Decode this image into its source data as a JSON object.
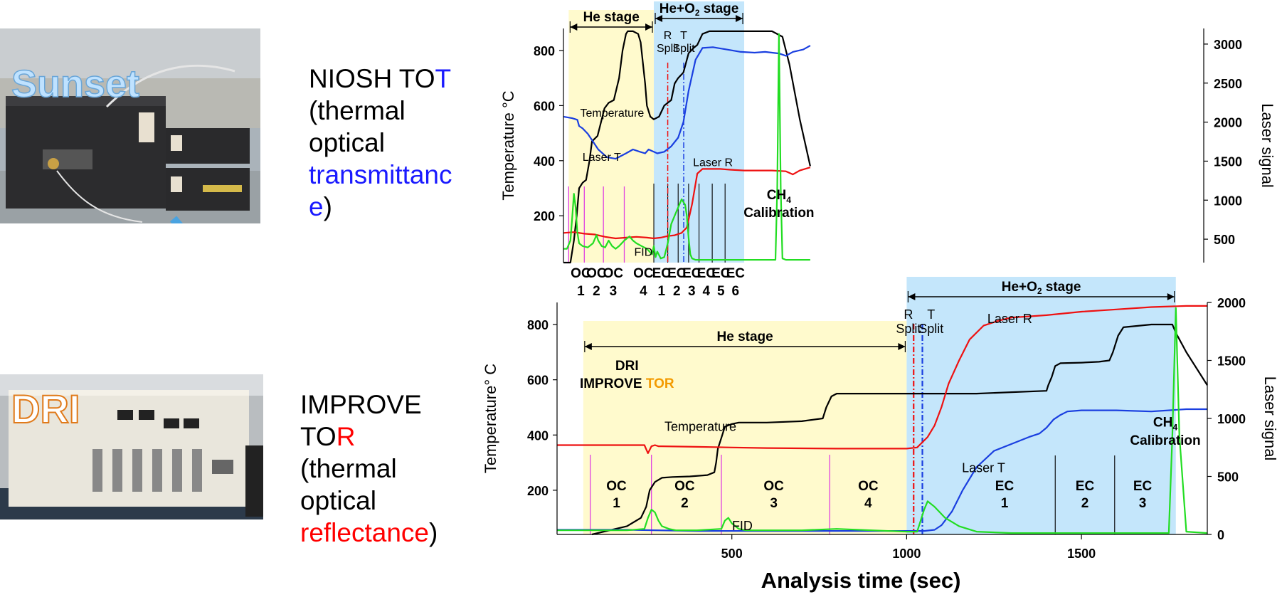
{
  "instruments": [
    {
      "label": "Sunset"
    },
    {
      "label": "DRI"
    }
  ],
  "methods": [
    {
      "l1a": "NIOSH TO",
      "l1b": "T",
      "l2": "(thermal",
      "l3": "optical",
      "l4": "transmittanc",
      "l5a": "e",
      "l5b": ")"
    },
    {
      "l1": "IMPROVE",
      "l2a": "TO",
      "l2b": "R",
      "l3": "(thermal",
      "l4": "optical",
      "l5a": "reflectance",
      "l5b": ")"
    }
  ],
  "colors": {
    "temperature": "#000000",
    "laser_t": "#1a3fe0",
    "laser_r": "#ee1111",
    "fid": "#22dd22",
    "he_stage": "#fffacd",
    "he_o2_stage": "#c4e6fb",
    "marker": "#e040e0"
  },
  "chart_data": [
    {
      "type": "line",
      "xlim": [
        0,
        1050
      ],
      "ylim": [
        30,
        880
      ],
      "y2lim": [
        200,
        3200
      ],
      "ylabel": "Temperature °C",
      "y2label": "Laser signal",
      "yticks": [
        200,
        400,
        600,
        800
      ],
      "y2ticks": [
        500,
        1000,
        1500,
        2000,
        2500,
        3000
      ],
      "stages": [
        {
          "label": "He stage",
          "x": [
            15,
            260
          ]
        },
        {
          "label": "He+O",
          "sub": "2",
          "tail": " stage",
          "x": [
            260,
            520
          ]
        }
      ],
      "split_labels": [
        {
          "l1": "R",
          "l2": "Split",
          "x": 300
        },
        {
          "l1": "T",
          "l2": "Split",
          "x": 346
        }
      ],
      "split_lines": [
        {
          "x": 300,
          "color": "#ee1111"
        },
        {
          "x": 346,
          "color": "#1a3fe0"
        }
      ],
      "annotations": [
        {
          "text": "Temperature",
          "x": 140,
          "y": 560
        },
        {
          "text": "Laser T",
          "x": 110,
          "y": 400
        },
        {
          "text": "Laser R",
          "x": 430,
          "y": 380
        },
        {
          "text": "FID",
          "x": 230,
          "y": 55
        }
      ],
      "calibration": {
        "l1": "CH",
        "sub": "4",
        "l2": "Calibration",
        "x": 620,
        "y1": 260,
        "y2": 195
      },
      "oc_markers": [
        15,
        60,
        115,
        175
      ],
      "ec_markers": [
        260,
        300,
        330,
        360,
        390,
        428,
        465
      ],
      "fractions": [
        {
          "l1": "OC",
          "l2": "1",
          "x": 50
        },
        {
          "l1": "OC",
          "l2": "2",
          "x": 95
        },
        {
          "l1": "OC",
          "l2": "3",
          "x": 143
        },
        {
          "l1": "OC",
          "l2": "4",
          "x": 230
        },
        {
          "l1": "EC",
          "l2": "1",
          "x": 282
        },
        {
          "l1": "EC",
          "l2": "2",
          "x": 326
        },
        {
          "l1": "EC",
          "l2": "3",
          "x": 369
        },
        {
          "l1": "EC",
          "l2": "4",
          "x": 411
        },
        {
          "l1": "EC",
          "l2": "5",
          "x": 453
        },
        {
          "l1": "EC",
          "l2": "6",
          "x": 495
        }
      ],
      "series": [
        {
          "key": "temperature",
          "axis": "y",
          "x": [
            0,
            20,
            30,
            38,
            45,
            55,
            65,
            75,
            82,
            90,
            98,
            108,
            118,
            130,
            145,
            160,
            170,
            180,
            185,
            200,
            215,
            222,
            235,
            240,
            250,
            260,
            275,
            290,
            300,
            310,
            320,
            330,
            345,
            360,
            375,
            385,
            400,
            420,
            450,
            480,
            520,
            560,
            600,
            630,
            650,
            680,
            710
          ],
          "y": [
            30,
            30,
            110,
            200,
            300,
            320,
            330,
            400,
            470,
            480,
            490,
            540,
            590,
            610,
            620,
            700,
            800,
            860,
            870,
            870,
            860,
            830,
            680,
            600,
            560,
            550,
            560,
            600,
            610,
            620,
            680,
            700,
            720,
            790,
            810,
            820,
            860,
            870,
            870,
            870,
            870,
            870,
            870,
            850,
            750,
            550,
            380
          ]
        },
        {
          "key": "laser_t",
          "axis": "y2",
          "x": [
            0,
            25,
            40,
            45,
            55,
            70,
            100,
            125,
            150,
            180,
            200,
            220,
            235,
            245,
            255,
            260,
            270,
            290,
            310,
            330,
            345,
            360,
            380,
            400,
            430,
            470,
            510,
            550,
            580,
            620,
            640,
            660,
            690,
            710
          ],
          "y": [
            2070,
            2050,
            2030,
            1950,
            1920,
            1850,
            1650,
            1550,
            1530,
            1600,
            1650,
            1620,
            1600,
            1650,
            1630,
            1620,
            1600,
            1620,
            1690,
            1800,
            2000,
            2400,
            2800,
            2950,
            2960,
            2930,
            2900,
            2890,
            2900,
            2880,
            2850,
            2900,
            2930,
            2980
          ]
        },
        {
          "key": "laser_r",
          "axis": "y2",
          "x": [
            0,
            30,
            60,
            90,
            120,
            150,
            180,
            210,
            240,
            260,
            280,
            300,
            320,
            340,
            355,
            370,
            385,
            400,
            420,
            450,
            480,
            520,
            560,
            600,
            640,
            660,
            680,
            710
          ],
          "y": [
            580,
            590,
            570,
            560,
            530,
            510,
            520,
            530,
            520,
            510,
            520,
            540,
            550,
            580,
            650,
            950,
            1340,
            1400,
            1400,
            1400,
            1390,
            1380,
            1380,
            1380,
            1370,
            1330,
            1380,
            1420
          ]
        },
        {
          "key": "fid",
          "axis": "y",
          "x": [
            0,
            10,
            20,
            25,
            30,
            35,
            40,
            45,
            55,
            70,
            85,
            95,
            100,
            110,
            120,
            130,
            140,
            150,
            160,
            175,
            190,
            200,
            210,
            225,
            240,
            255,
            260,
            265,
            270,
            280,
            290,
            300,
            310,
            320,
            330,
            340,
            350,
            355,
            360,
            365,
            370,
            380,
            400,
            450,
            500,
            550,
            600,
            610,
            615,
            620,
            625,
            630,
            640,
            650,
            670,
            710
          ],
          "y": [
            80,
            80,
            110,
            190,
            280,
            230,
            140,
            100,
            90,
            85,
            100,
            130,
            110,
            90,
            85,
            110,
            90,
            80,
            90,
            110,
            125,
            110,
            100,
            90,
            80,
            60,
            90,
            50,
            70,
            45,
            50,
            100,
            170,
            200,
            230,
            260,
            240,
            200,
            120,
            60,
            45,
            40,
            40,
            40,
            40,
            40,
            40,
            40,
            300,
            860,
            300,
            45,
            40,
            40,
            40,
            40
          ]
        }
      ]
    },
    {
      "type": "line",
      "xlabel": "Analysis time (sec)",
      "ylabel": "Temperature° C",
      "y2label": "Laser signal",
      "xlim": [
        0,
        1860
      ],
      "ylim": [
        40,
        880
      ],
      "y2lim": [
        0,
        2000
      ],
      "xticks": [
        500,
        1000,
        1500
      ],
      "yticks": [
        200,
        400,
        600,
        800
      ],
      "y2ticks": [
        0,
        500,
        1000,
        1500,
        2000
      ],
      "stages": [
        {
          "label": "He stage",
          "x": [
            75,
            1000
          ]
        },
        {
          "label": "He+O",
          "sub": "2",
          "tail": " stage",
          "x": [
            1000,
            1770
          ]
        }
      ],
      "split_labels": [
        {
          "l1": "R",
          "l2": "Split",
          "x": 1005
        },
        {
          "l1": "T",
          "l2": "Split",
          "x": 1070
        }
      ],
      "split_lines": [
        {
          "x": 1020,
          "color": "#ee1111"
        },
        {
          "x": 1045,
          "color": "#1a3fe0"
        }
      ],
      "annotations": [
        {
          "text": "Temperature",
          "x": 410,
          "y": 415
        },
        {
          "text": "Laser R",
          "x": 1295,
          "y": 805
        },
        {
          "text": "Laser T",
          "x": 1220,
          "y": 265
        },
        {
          "text": "FID",
          "x": 530,
          "y": 55
        }
      ],
      "method_label": {
        "l1": "DRI",
        "l2a": "IMPROVE ",
        "l2b": "TOR",
        "x": 200,
        "y": 635
      },
      "calibration": {
        "l1": "CH",
        "sub": "4",
        "l2": "Calibration",
        "x": 1740,
        "y1": 430,
        "y2": 365
      },
      "oc_markers": [
        95,
        270,
        470,
        780
      ],
      "ec_markers": [
        1425,
        1595
      ],
      "fractions": [
        {
          "l1": "OC",
          "l2": "1",
          "x": 170
        },
        {
          "l1": "OC",
          "l2": "2",
          "x": 365
        },
        {
          "l1": "OC",
          "l2": "3",
          "x": 620
        },
        {
          "l1": "OC",
          "l2": "4",
          "x": 890
        },
        {
          "l1": "EC",
          "l2": "1",
          "x": 1280
        },
        {
          "l1": "EC",
          "l2": "2",
          "x": 1510
        },
        {
          "l1": "EC",
          "l2": "3",
          "x": 1675
        }
      ],
      "series": [
        {
          "key": "temperature",
          "axis": "y",
          "x": [
            100,
            200,
            240,
            255,
            265,
            280,
            300,
            330,
            380,
            430,
            450,
            455,
            460,
            470,
            480,
            500,
            520,
            600,
            700,
            760,
            770,
            785,
            800,
            850,
            900,
            1000,
            1100,
            1200,
            1300,
            1400,
            1405,
            1415,
            1425,
            1440,
            1500,
            1550,
            1580,
            1590,
            1605,
            1620,
            1700,
            1760,
            1770,
            1800,
            1840,
            1860
          ],
          "y": [
            40,
            70,
            100,
            140,
            200,
            230,
            245,
            248,
            250,
            255,
            265,
            300,
            350,
            390,
            430,
            440,
            445,
            445,
            450,
            460,
            500,
            540,
            550,
            550,
            550,
            550,
            550,
            550,
            555,
            560,
            580,
            610,
            650,
            660,
            662,
            665,
            670,
            700,
            760,
            790,
            800,
            800,
            770,
            700,
            620,
            580
          ]
        },
        {
          "key": "laser_t",
          "axis": "y2",
          "x": [
            0,
            200,
            400,
            600,
            800,
            950,
            1000,
            1050,
            1080,
            1100,
            1130,
            1160,
            1200,
            1250,
            1300,
            1350,
            1380,
            1400,
            1420,
            1440,
            1460,
            1500,
            1600,
            1700,
            1800,
            1860
          ],
          "y": [
            40,
            40,
            30,
            30,
            30,
            30,
            30,
            30,
            40,
            80,
            200,
            380,
            580,
            720,
            780,
            840,
            870,
            920,
            990,
            1030,
            1060,
            1070,
            1070,
            1060,
            1080,
            1080
          ]
        },
        {
          "key": "laser_r",
          "axis": "y2",
          "x": [
            0,
            250,
            260,
            270,
            280,
            290,
            300,
            400,
            500,
            600,
            800,
            1000,
            1030,
            1060,
            1080,
            1100,
            1120,
            1150,
            1180,
            1220,
            1260,
            1300,
            1350,
            1400,
            1500,
            1600,
            1700,
            1800,
            1860
          ],
          "y": [
            770,
            770,
            700,
            760,
            770,
            760,
            760,
            755,
            750,
            745,
            740,
            740,
            750,
            840,
            940,
            1100,
            1300,
            1500,
            1680,
            1800,
            1840,
            1870,
            1880,
            1890,
            1920,
            1940,
            1960,
            1970,
            1970
          ]
        },
        {
          "key": "fid",
          "axis": "y",
          "x": [
            0,
            200,
            250,
            260,
            270,
            280,
            290,
            300,
            320,
            340,
            400,
            470,
            480,
            490,
            500,
            520,
            540,
            600,
            700,
            800,
            900,
            1000,
            1030,
            1040,
            1050,
            1060,
            1080,
            1110,
            1150,
            1200,
            1300,
            1400,
            1500,
            1600,
            1700,
            1750,
            1760,
            1770,
            1780,
            1800,
            1860
          ],
          "y": [
            55,
            55,
            60,
            100,
            130,
            120,
            90,
            70,
            60,
            55,
            55,
            60,
            90,
            100,
            80,
            60,
            55,
            55,
            55,
            60,
            55,
            50,
            50,
            90,
            130,
            160,
            140,
            100,
            70,
            50,
            45,
            45,
            45,
            45,
            45,
            45,
            400,
            860,
            400,
            50,
            45
          ]
        }
      ]
    }
  ]
}
